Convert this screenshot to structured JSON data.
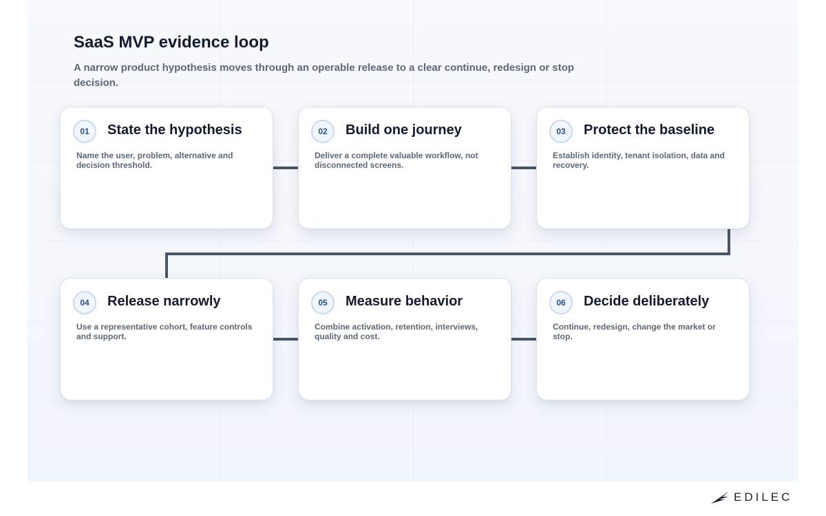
{
  "header": {
    "title": "SaaS MVP evidence loop",
    "subtitle": "A narrow product hypothesis moves through an operable release to a clear continue, redesign or stop decision."
  },
  "steps": [
    {
      "number": "01",
      "title": "State the hypothesis",
      "description": "Name the user, problem, alternative and decision threshold."
    },
    {
      "number": "02",
      "title": "Build one journey",
      "description": "Deliver a complete valuable workflow, not disconnected screens."
    },
    {
      "number": "03",
      "title": "Protect the baseline",
      "description": "Establish identity, tenant isolation, data and recovery."
    },
    {
      "number": "04",
      "title": "Release narrowly",
      "description": "Use a representative cohort, feature controls and support."
    },
    {
      "number": "05",
      "title": "Measure behavior",
      "description": "Combine activation, retention, interviews, quality and cost."
    },
    {
      "number": "06",
      "title": "Decide deliberately",
      "description": "Continue, redesign, change the market or stop."
    }
  ],
  "brand": {
    "name": "EDILEC",
    "logo_icon": "edilec-wing-icon"
  },
  "colors": {
    "connector": "#4a5467",
    "accent": "#2d4e84",
    "title": "#141a2e",
    "muted": "#5d6776"
  }
}
